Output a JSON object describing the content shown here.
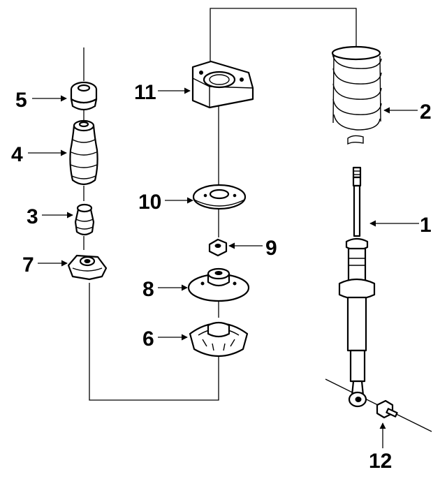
{
  "diagram": {
    "colors": {
      "ink": "#000000",
      "background": "#ffffff"
    },
    "callouts": [
      {
        "id": "1",
        "label": "1"
      },
      {
        "id": "2",
        "label": "2"
      },
      {
        "id": "3",
        "label": "3"
      },
      {
        "id": "4",
        "label": "4"
      },
      {
        "id": "5",
        "label": "5"
      },
      {
        "id": "6",
        "label": "6"
      },
      {
        "id": "7",
        "label": "7"
      },
      {
        "id": "8",
        "label": "8"
      },
      {
        "id": "9",
        "label": "9"
      },
      {
        "id": "10",
        "label": "10"
      },
      {
        "id": "11",
        "label": "11"
      },
      {
        "id": "12",
        "label": "12"
      }
    ]
  }
}
